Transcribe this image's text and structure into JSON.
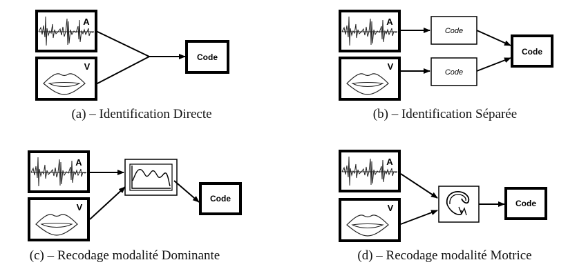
{
  "figure": {
    "panels": [
      {
        "caption": "(a) – Identification Directe",
        "audio_label": "A",
        "visual_label": "V",
        "code_label": "Code"
      },
      {
        "caption": "(b) – Identification Séparée",
        "audio_label": "A",
        "visual_label": "V",
        "sub_code_labels": [
          "Code",
          "Code"
        ],
        "code_label": "Code"
      },
      {
        "caption": "(c) – Recodage modalité Dominante",
        "audio_label": "A",
        "visual_label": "V",
        "intermediate": "spectrum-graph",
        "code_label": "Code"
      },
      {
        "caption": "(d) – Recodage modalité Motrice",
        "audio_label": "A",
        "visual_label": "V",
        "intermediate": "vocal-tract-sketch",
        "code_label": "Code"
      }
    ]
  }
}
